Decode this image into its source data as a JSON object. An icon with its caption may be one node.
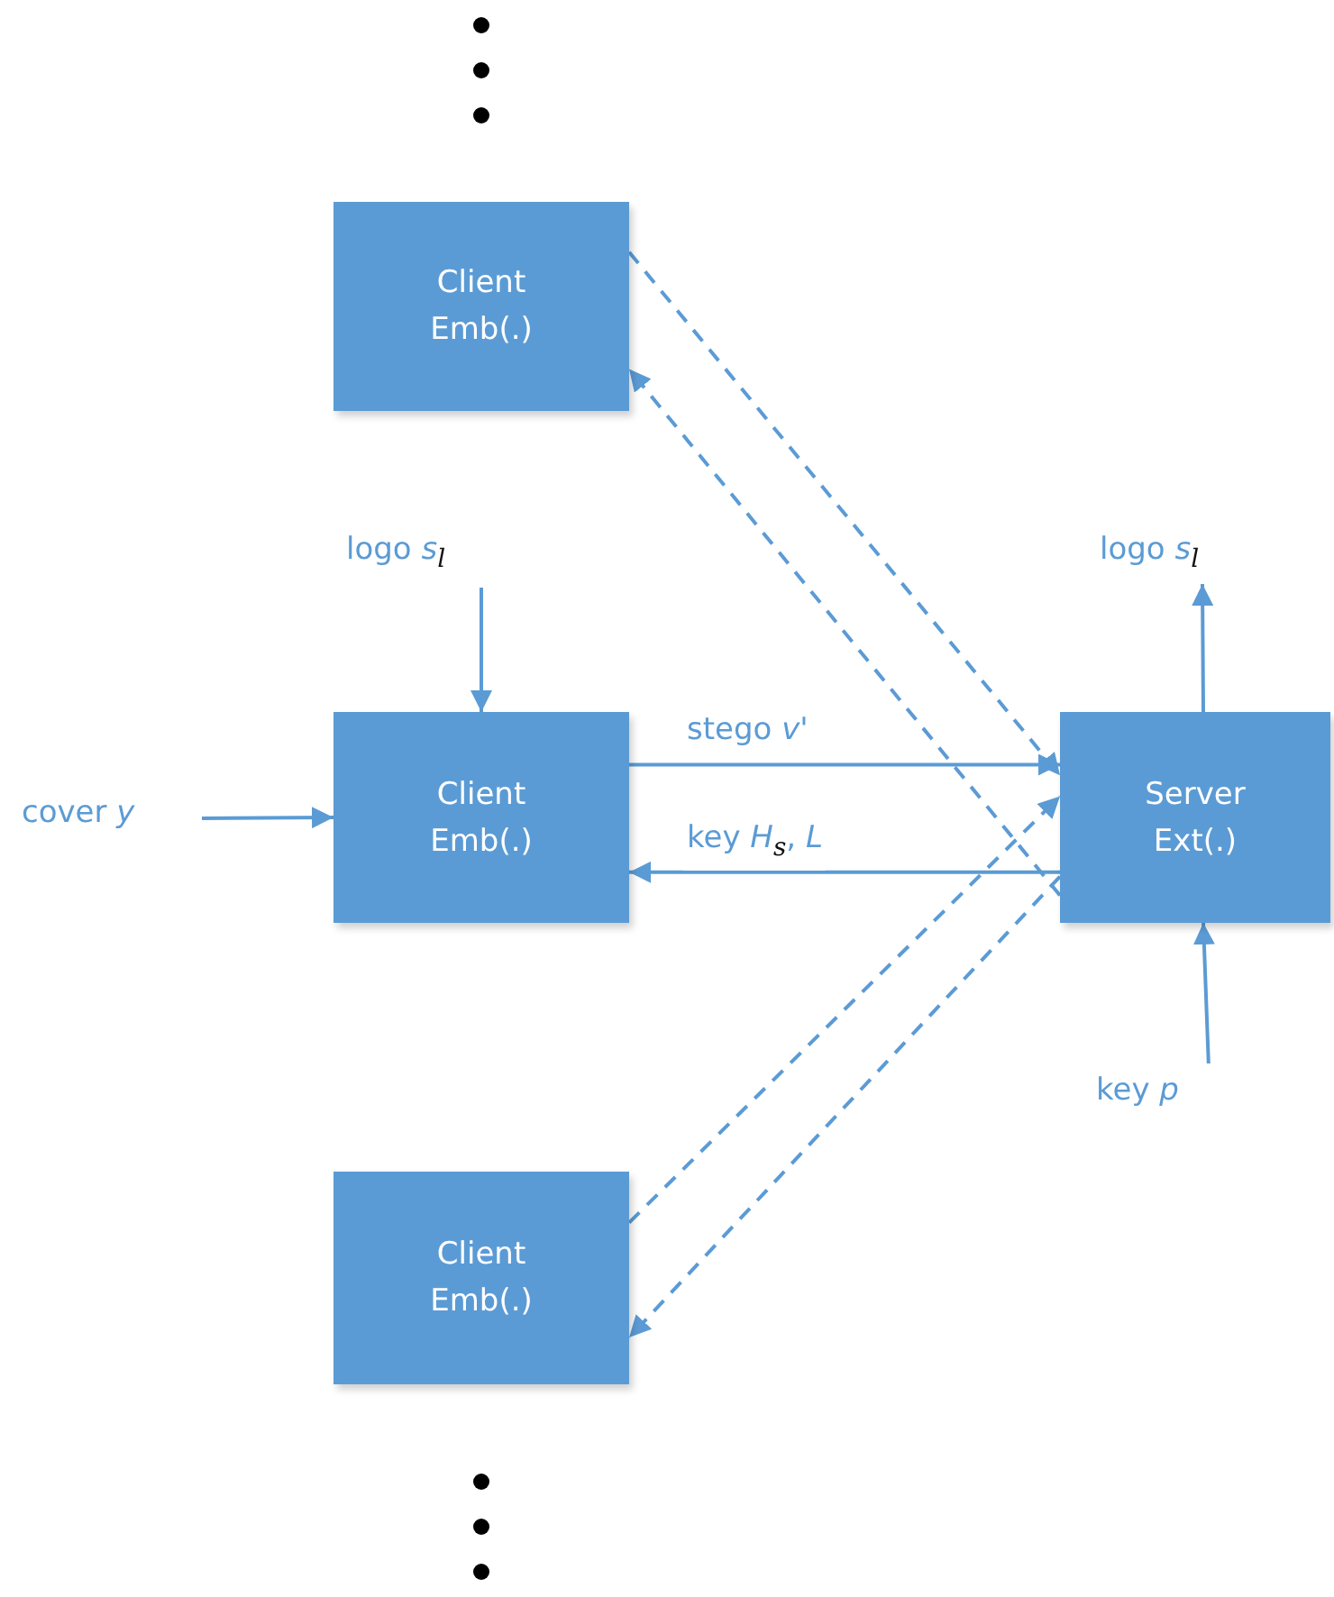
{
  "diagram": {
    "nodes": [
      {
        "text": [
          "Client Emb(.)"
        ]
      },
      {
        "text": [
          "logo *s*$_{l}$"
        ]
      },
      {
        "text": [
          "cover *y*"
        ]
      },
      {
        "text": [
          "Client Emb(.)"
        ]
      },
      {
        "text": [
          "Server Ext(.)"
        ]
      },
      {
        "text": [
          "logo *s*$_{l}$"
        ]
      },
      {
        "text": [
          "key *p*"
        ]
      },
      {
        "text": [
          "Client Emb(.)"
        ]
      }
    ],
    "edges": [
      {
        "from": 1,
        "to": 3,
        "arrow": "to"
      },
      {
        "from": 2,
        "to": 3,
        "arrow": "to"
      },
      {
        "from": 3,
        "to": 4,
        "arrow": "to",
        "label": "stego *v'*"
      },
      {
        "from": 4,
        "to": 3,
        "arrow": "to",
        "label": "key *H*$_{s}$, *L*"
      },
      {
        "from": 0,
        "to": 4,
        "arrow": "to",
        "style": "dashed"
      },
      {
        "from": 4,
        "to": 0,
        "arrow": "to",
        "style": "dashed"
      },
      {
        "from": 7,
        "to": 4,
        "arrow": "to",
        "style": "dashed"
      },
      {
        "from": 4,
        "to": 7,
        "arrow": "to",
        "style": "dashed"
      },
      {
        "from": 4,
        "to": 5,
        "arrow": "to"
      },
      {
        "from": 6,
        "to": 4,
        "arrow": "to"
      }
    ]
  }
}
